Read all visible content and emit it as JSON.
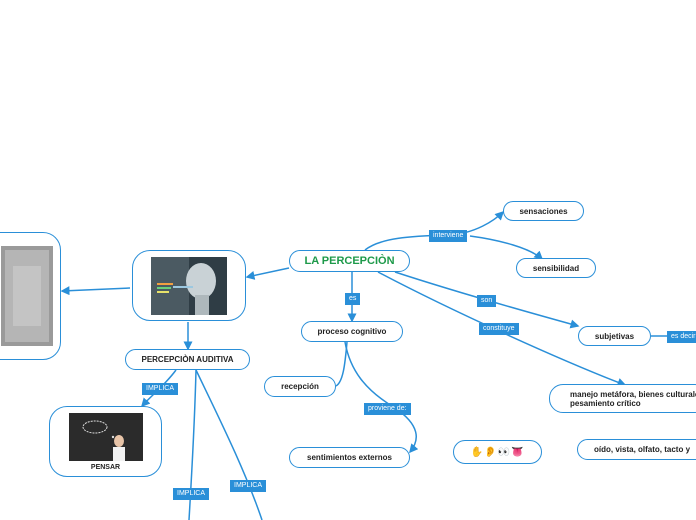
{
  "root": {
    "label": "LA PERCEPCIÒN"
  },
  "nodes": {
    "sensaciones": "sensaciones",
    "sensibilidad": "sensibilidad",
    "proceso": "proceso cognitivo",
    "recepcion": "recepción",
    "sentimientos": "sentimientos externos",
    "subjetivas": "subjetivas",
    "manejo": "manejo metáfora, bienes culturales, pesamiento crítico",
    "oido": "oído, vista, olfato, tacto y",
    "percepcion_auditiva": "PERCEPCIÒN AUDITIVA",
    "pensar": "PENSAR",
    "emoji_row": "✋👂👀👅"
  },
  "connectors": {
    "interviene": "interviene",
    "es": "es",
    "son": "son",
    "constituye": "constituye",
    "proviene": "proviene de:",
    "es_decir": "es decir",
    "implica_1": "IMPLICA",
    "implica_2": "IMPLICA",
    "implica_3": "IMPLICA"
  },
  "colors": {
    "line": "#2a8fd8",
    "root_text": "#1e9a4a"
  }
}
